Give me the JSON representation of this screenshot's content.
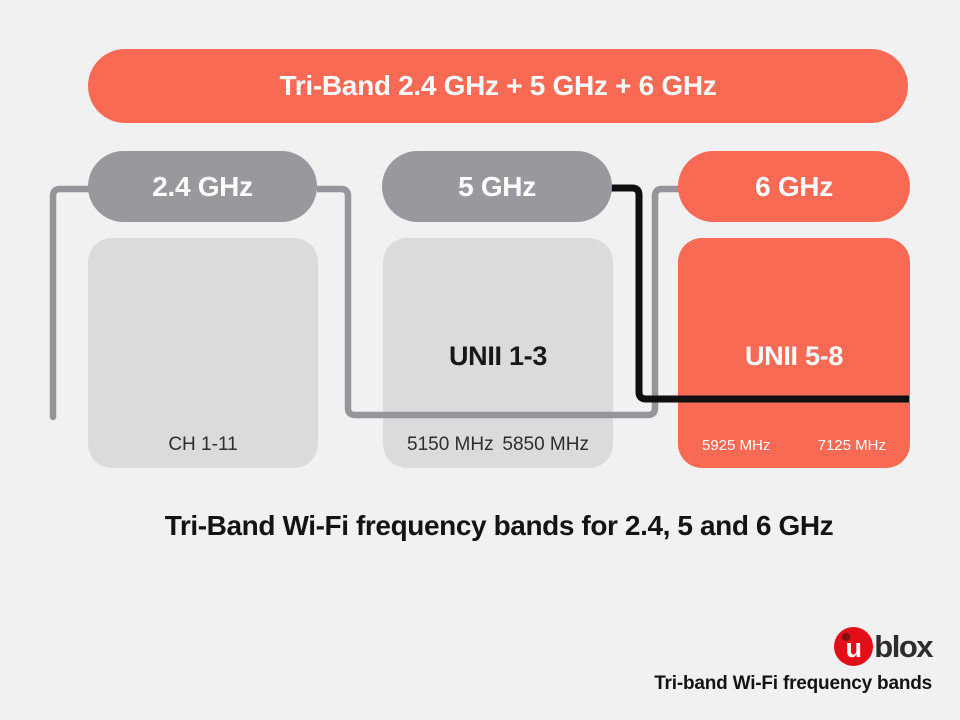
{
  "banner": {
    "title": "Tri-Band 2.4 GHz + 5 GHz + 6 GHz"
  },
  "bands": [
    {
      "id": "2.4ghz",
      "pill_label": "2.4 GHz",
      "pill_color": "gray",
      "box_color": "light-gray",
      "box_label": "",
      "footer_labels": [
        "CH 1-11"
      ]
    },
    {
      "id": "5ghz",
      "pill_label": "5 GHz",
      "pill_color": "gray",
      "box_color": "light-gray",
      "box_label": "UNII 1-3",
      "footer_labels": [
        "5150 MHz",
        "5850 MHz"
      ]
    },
    {
      "id": "6ghz",
      "pill_label": "6 GHz",
      "pill_color": "coral",
      "box_color": "coral",
      "box_label": "UNII 5-8",
      "footer_labels": [
        "5925 MHz",
        "7125 MHz"
      ]
    }
  ],
  "caption": "Tri-Band Wi-Fi frequency bands for 2.4, 5 and 6 GHz",
  "footer": {
    "logo": {
      "circle_letter": "u",
      "wordmark": "blox"
    },
    "tagline": "Tri-band Wi-Fi frequency bands"
  },
  "colors": {
    "coral": "#F96A55",
    "pill_gray": "#99989C",
    "box_gray": "#DCDBDC",
    "background": "#F1F1F2",
    "connector_gray": "#96959A",
    "connector_black": "#0F0F0F",
    "logo_red": "#E30E17"
  }
}
